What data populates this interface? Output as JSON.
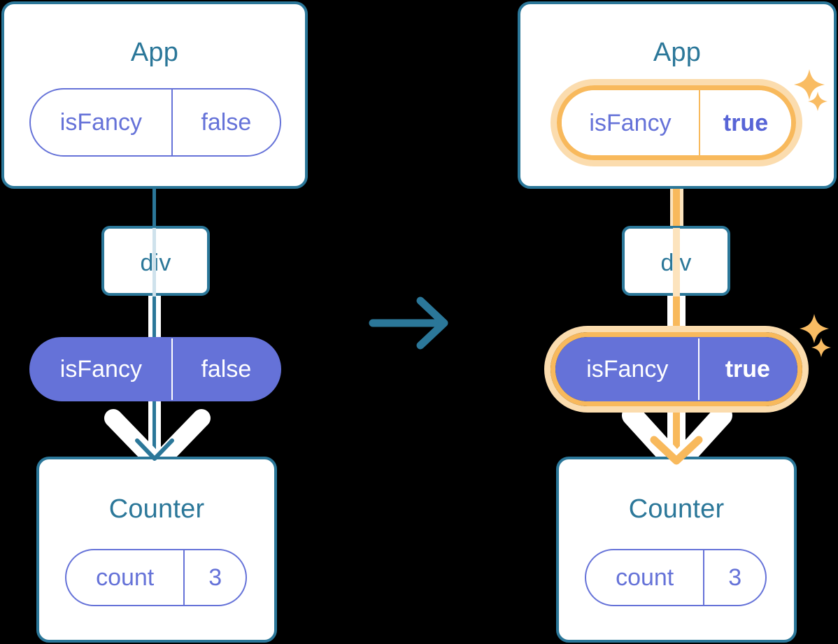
{
  "diagram": {
    "title": "React state update propagation — isFancy false to true",
    "transition_icon": "arrow-right-icon",
    "colors": {
      "box_border": "#2B7799",
      "title_text": "#2B7799",
      "pill_purple": "#6572D8",
      "pill_text_on_purple": "#FFFFFF",
      "highlight_orange": "#F8B95C",
      "highlight_orange_pale": "#FBDCAE",
      "connector_blue": "#2B7799",
      "connector_light": "#CFE2EC",
      "background": "#000000",
      "surface": "#FFFFFF"
    }
  },
  "before": {
    "label": "before-state",
    "app": {
      "title": "App",
      "state": {
        "name": "isFancy",
        "value": "false",
        "highlighted": false
      }
    },
    "div": {
      "title": "div"
    },
    "prop": {
      "name": "isFancy",
      "value": "false",
      "highlighted": false
    },
    "counter": {
      "title": "Counter",
      "state": {
        "name": "count",
        "value": "3",
        "highlighted": false
      }
    }
  },
  "after": {
    "label": "after-state",
    "app": {
      "title": "App",
      "state": {
        "name": "isFancy",
        "value": "true",
        "highlighted": true
      }
    },
    "div": {
      "title": "div"
    },
    "prop": {
      "name": "isFancy",
      "value": "true",
      "highlighted": true
    },
    "counter": {
      "title": "Counter",
      "state": {
        "name": "count",
        "value": "3",
        "highlighted": false
      }
    },
    "sparkles": [
      {
        "name": "sparkle-large-top"
      },
      {
        "name": "sparkle-small-top"
      },
      {
        "name": "sparkle-large-mid"
      },
      {
        "name": "sparkle-small-mid"
      }
    ]
  }
}
